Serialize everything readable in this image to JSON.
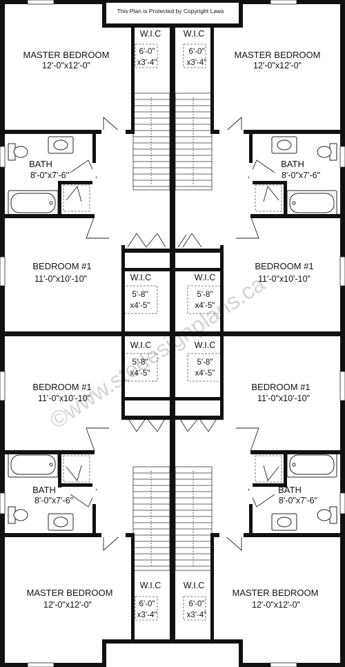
{
  "copyright_notice": "This Plan is Protected by Copyright Laws",
  "watermark": "©www.stedesignplans.ca",
  "rooms": {
    "master_bedroom": {
      "name": "MASTER BEDROOM",
      "size": "12'-0\"x12'-0\""
    },
    "bedroom_1": {
      "name": "BEDROOM #1",
      "size": "11'-0\"x10'-10\""
    },
    "bath": {
      "name": "BATH",
      "size": "8'-0\"x7'-6\""
    },
    "wic_master": {
      "name": "W.I.C",
      "size_w": "6'-0\"",
      "size_d": "x3'-4\""
    },
    "wic_bedroom": {
      "name": "W.I.C",
      "size_w": "5'-8\"",
      "size_d": "x4'-5\""
    }
  },
  "colors": {
    "wall": "#111111",
    "line": "#222222",
    "label": "#111111",
    "watermark": "#d4d4d4"
  }
}
